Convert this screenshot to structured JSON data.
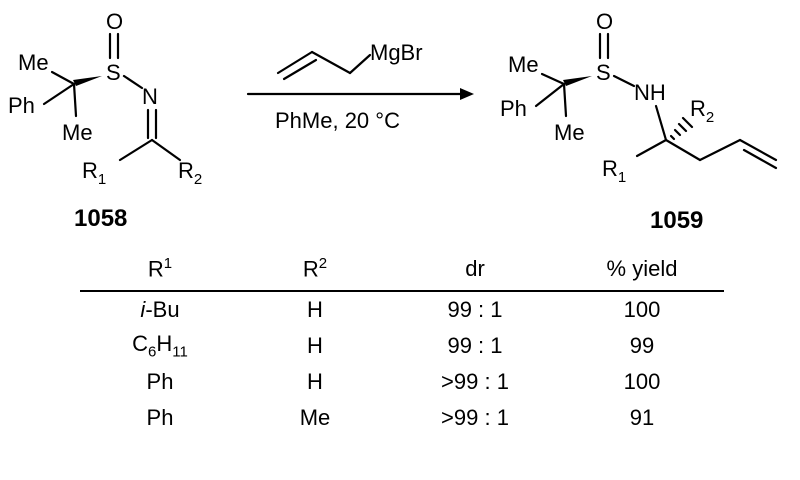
{
  "reagent": {
    "top": "MgBr",
    "bottom": "PhMe, 20 °C"
  },
  "reactant": {
    "id": "1058",
    "atoms": {
      "o": "O",
      "s": "S",
      "n": "N",
      "me1": "Me",
      "ph": "Ph",
      "me2": "Me",
      "r1": "R",
      "r1_sub": "1",
      "r2": "R",
      "r2_sub": "2"
    }
  },
  "product": {
    "id": "1059",
    "atoms": {
      "o": "O",
      "s": "S",
      "nh": "NH",
      "me1": "Me",
      "ph": "Ph",
      "me2": "Me",
      "r1": "R",
      "r1_sub": "1",
      "r2": "R",
      "r2_sub": "2"
    }
  },
  "table": {
    "headers": {
      "r1": "R",
      "r1_sup": "1",
      "r2": "R",
      "r2_sup": "2",
      "dr": "dr",
      "yield": "% yield"
    },
    "rows": [
      {
        "r1_prefix": "i",
        "r1_rest": "-Bu",
        "r2": "H",
        "dr": "99 : 1",
        "yield": "100"
      },
      {
        "r1_c": "C",
        "r1_c_sub": "6",
        "r1_h": "H",
        "r1_h_sub": "11",
        "r2": "H",
        "dr": "99 : 1",
        "yield": "99"
      },
      {
        "r1": "Ph",
        "r2": "H",
        "dr": ">99 : 1",
        "yield": "100"
      },
      {
        "r1": "Ph",
        "r2": "Me",
        "dr": ">99 : 1",
        "yield": "91"
      }
    ]
  }
}
